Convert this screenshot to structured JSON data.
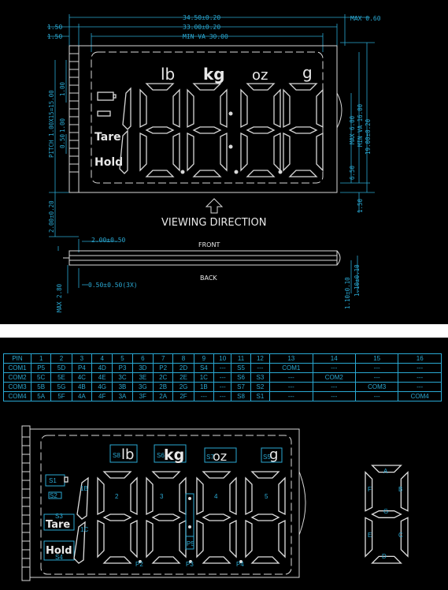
{
  "top": {
    "dims": {
      "max_thickness": "MAX 0.60",
      "overall_w": "34.50±0.20",
      "inner_w": "33.00±0.20",
      "va_w": "MIN VA 30.00",
      "left_off1": "1.50",
      "left_off2": "1.50",
      "pitch": "PITCH 1.00X15=15.00",
      "pitch_a": "1.00",
      "pitch_b": "1.00",
      "pitch_c": "0.50",
      "pin_len": "2.00±0.20",
      "h_max": "MAX 6.00",
      "va_h": "MIN VA 16.00",
      "overall_h": "19.00±0.20",
      "r1": "6.50",
      "r2": "1.50",
      "front_dim": "2.00±0.50",
      "pin_w": "0.50±0.50(3X)",
      "max_h": "MAX 2.80",
      "glass1": "1.10±0.10",
      "glass2": "1.10±0.10"
    },
    "units": [
      "lb",
      "kg",
      "oz",
      "g"
    ],
    "tare": "Tare",
    "hold": "Hold",
    "viewing": "VIEWING DIRECTION",
    "front": "FRONT",
    "back": "BACK"
  },
  "pin_table": {
    "header": [
      "PIN",
      "1",
      "2",
      "3",
      "4",
      "5",
      "6",
      "7",
      "8",
      "9",
      "10",
      "11",
      "12",
      "13",
      "14",
      "15",
      "16"
    ],
    "rows": [
      [
        "COM1",
        "P5",
        "5D",
        "P4",
        "4D",
        "P3",
        "3D",
        "P2",
        "2D",
        "S4",
        "---",
        "S5",
        "---",
        "COM1",
        "---",
        "---",
        "---"
      ],
      [
        "COM2",
        "5C",
        "5E",
        "4C",
        "4E",
        "3C",
        "3E",
        "2C",
        "2E",
        "1C",
        "---",
        "S6",
        "S3",
        "---",
        "COM2",
        "---",
        "---"
      ],
      [
        "COM3",
        "5B",
        "5G",
        "4B",
        "4G",
        "3B",
        "3G",
        "2B",
        "2G",
        "1B",
        "---",
        "S7",
        "S2",
        "---",
        "---",
        "COM3",
        "---"
      ],
      [
        "COM4",
        "5A",
        "5F",
        "4A",
        "4F",
        "3A",
        "3F",
        "2A",
        "2F",
        "---",
        "---",
        "S8",
        "S1",
        "---",
        "---",
        "---",
        "COM4"
      ]
    ]
  },
  "segmap": {
    "units": [
      "lb",
      "kg",
      "oz",
      "g"
    ],
    "unit_tags": [
      "S8",
      "S6",
      "S7",
      "S5"
    ],
    "tare": "Tare",
    "hold": "Hold",
    "tare_tag": "S3",
    "hold_tag": "S4",
    "s1": "S1",
    "s2": "S2",
    "digit_nums": [
      "1B",
      "2",
      "3",
      "4",
      "5"
    ],
    "d1c": "1C",
    "p5": "P5",
    "dps": [
      "P2",
      "P3",
      "P4"
    ],
    "seg_letters": [
      "A",
      "B",
      "C",
      "D",
      "E",
      "F",
      "G"
    ]
  },
  "colors": {
    "line": "#2aa8d2",
    "segment": "#d8d8d8",
    "background": "#000000"
  }
}
